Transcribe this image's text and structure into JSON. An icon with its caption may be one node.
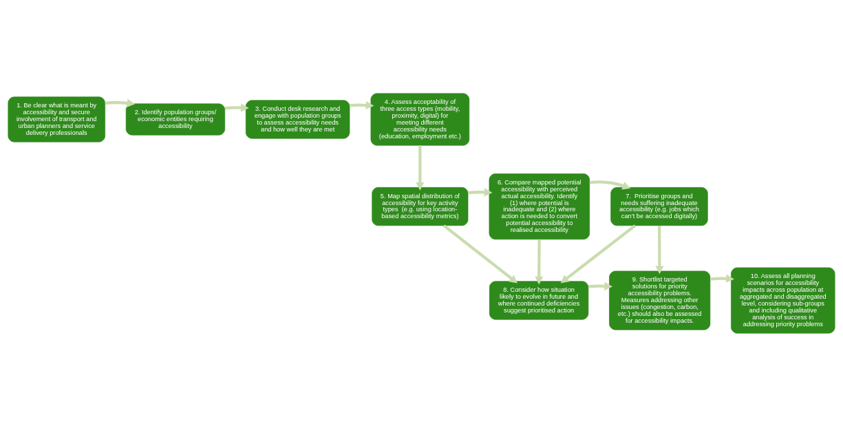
{
  "diagram": {
    "nodes": [
      {
        "text": [
          "1. Be clear what is meant by accessibility and secure involvement of transport and urban planners and service delivery professionals"
        ]
      },
      {
        "text": [
          "2. Identify population groups/ economic entities requiring accessibility"
        ]
      },
      {
        "text": [
          "3. Conduct desk research and engage with population groups to assess accessibility needs and how well they are met"
        ]
      },
      {
        "text": [
          "4. Assess acceptability of three access types (mobility, proximity, digital) for meeting different accessibility needs (education, employment etc.)"
        ]
      },
      {
        "text": [
          "5. Map spatial distribution of accessibility for key activity types  (e.g. using location-based accessibility metrics)"
        ]
      },
      {
        "text": [
          "6. Compare mapped potential accessibility with perceived actual accessibility. Identify (1) where potential is inadequate and (2) where action is needed to convert potential accessibility to realised accessibility"
        ]
      },
      {
        "text": [
          "7.  Prioritise groups and needs suffering inadequate accessibility (e.g. jobs which can’t be accessed digitally)"
        ]
      },
      {
        "text": [
          "8. Consider how situation likely to evolve in future and where continued deficiencies suggest prioritised action"
        ]
      },
      {
        "text": [
          "9. Shortlist targeted solutions for priority accessibility problems. Measures addressing other issues (congestion, carbon, etc.) should also be assessed for accessibility impacts."
        ]
      },
      {
        "text": [
          "10. Assess all planning scenarios for accessibility impacts across population at aggregated and disaggregated level, considering sub-groups and including qualitative analysis of success in addressing priority problems"
        ]
      }
    ],
    "edges": [
      {
        "from": 0,
        "to": 1,
        "arrow": "to"
      },
      {
        "from": 1,
        "to": 2,
        "arrow": "to"
      },
      {
        "from": 2,
        "to": 3,
        "arrow": "to"
      },
      {
        "from": 3,
        "to": 4,
        "arrow": "to"
      },
      {
        "from": 4,
        "to": 5,
        "arrow": "to"
      },
      {
        "from": 5,
        "to": 6,
        "arrow": "to"
      },
      {
        "from": 6,
        "to": 7,
        "arrow": "to"
      },
      {
        "from": 6,
        "to": 8,
        "arrow": "to"
      },
      {
        "from": 5,
        "to": 7,
        "arrow": "to"
      },
      {
        "from": 4,
        "to": 7,
        "arrow": "to"
      },
      {
        "from": 7,
        "to": 8,
        "arrow": "to"
      },
      {
        "from": 8,
        "to": 9,
        "arrow": "to"
      }
    ]
  }
}
